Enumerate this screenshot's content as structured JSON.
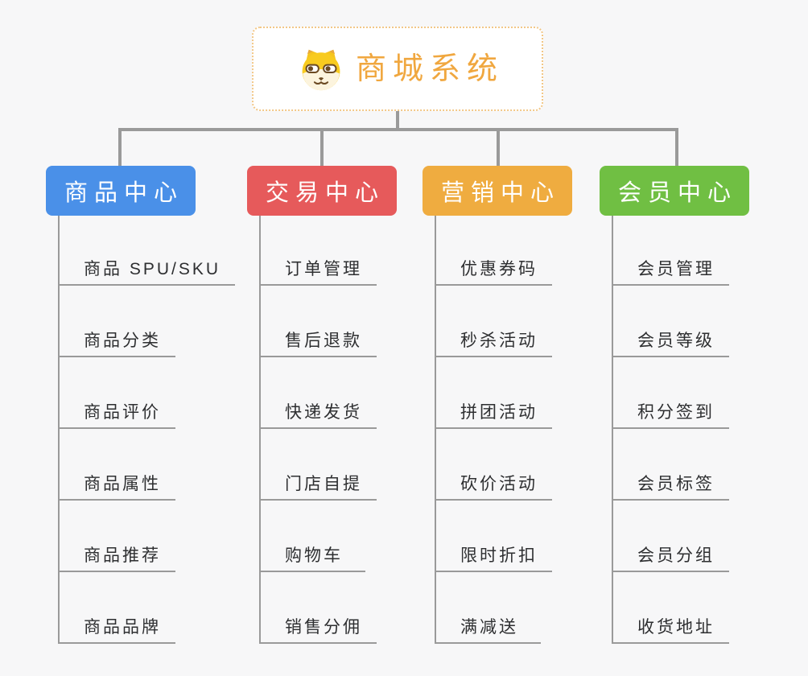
{
  "app": {
    "background_color": "#F7F7F8",
    "connector_color": "#9A9A9A",
    "item_text_color": "#2E2F31"
  },
  "root": {
    "title": "商城系统",
    "icon": "dog-face-icon",
    "text_color": "#F0A73F",
    "border_color": "#F2C787"
  },
  "branches": [
    {
      "label": "商品中心",
      "color": "#4A90E8",
      "items": [
        "商品 SPU/SKU",
        "商品分类",
        "商品评价",
        "商品属性",
        "商品推荐",
        "商品品牌"
      ]
    },
    {
      "label": "交易中心",
      "color": "#E65A5B",
      "items": [
        "订单管理",
        "售后退款",
        "快递发货",
        "门店自提",
        "购物车",
        "销售分佣"
      ]
    },
    {
      "label": "营销中心",
      "color": "#EFAC40",
      "items": [
        "优惠券码",
        "秒杀活动",
        "拼团活动",
        "砍价活动",
        "限时折扣",
        "满减送"
      ]
    },
    {
      "label": "会员中心",
      "color": "#70BF43",
      "items": [
        "会员管理",
        "会员等级",
        "积分签到",
        "会员标签",
        "会员分组",
        "收货地址"
      ]
    }
  ]
}
